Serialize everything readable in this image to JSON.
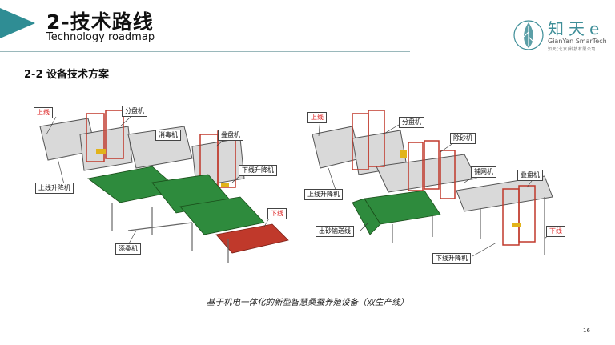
{
  "header": {
    "title_cn": "2-技术路线",
    "title_en": "Technology roadmap",
    "accent_color": "#2f8d94"
  },
  "logo": {
    "name": "知天e",
    "subtitle": "GianYan SmarTech",
    "tagline": "知天(北京)科技有限公司",
    "icon": "leaf-drop-logo"
  },
  "section_title": "2-2 设备技术方案",
  "left_diagram": {
    "labels": {
      "shangxian": "上线",
      "fenpanji": "分盘机",
      "xiaoduji": "消毒机",
      "diepanji": "叠盘机",
      "shangxian_shengjiangji": "上线升降机",
      "xiaxian_shengjiangji": "下线升降机",
      "xiaxian": "下线",
      "tiansangji": "添桑机"
    }
  },
  "right_diagram": {
    "labels": {
      "shangxian": "上线",
      "fenpanji": "分盘机",
      "chushaji": "除砂机",
      "puwangji": "铺网机",
      "diepanji": "叠盘机",
      "shangxian_shengjiangji": "上线升降机",
      "chusha_shusongxian": "出砂输送线",
      "xiaxian": "下线",
      "xiaxian_shengjiangji": "下线升降机"
    }
  },
  "caption": "基于机电一体化的新型智慧桑蚕养殖设备（双生产线）",
  "page_number": "16"
}
